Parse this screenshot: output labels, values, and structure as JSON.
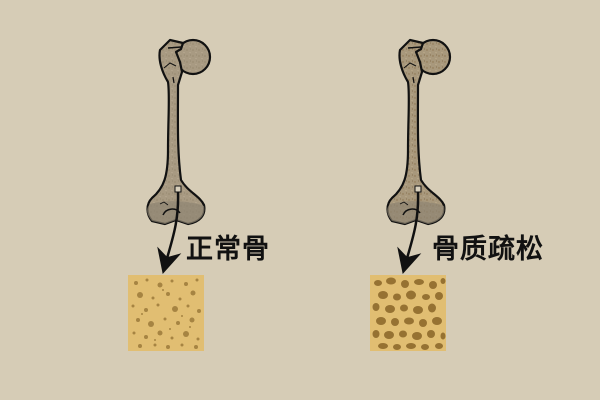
{
  "colors": {
    "background": "#d6ccb6",
    "bone_fill": "#a89a82",
    "bone_speckle": "#8a7c62",
    "bone_outline": "#111111",
    "sample_fill": "#e1be72",
    "normal_pore": "#9c7a3a",
    "osteo_pore": "#8e6a2c"
  },
  "panels": [
    {
      "id": "normal",
      "label": "正常骨",
      "description": "Femur with arrow pointing to a dense trabecular bone sample (small pores)"
    },
    {
      "id": "osteoporosis",
      "label": "骨质疏松",
      "description": "Femur with arrow pointing to a porous trabecular bone sample (large pores)"
    }
  ]
}
